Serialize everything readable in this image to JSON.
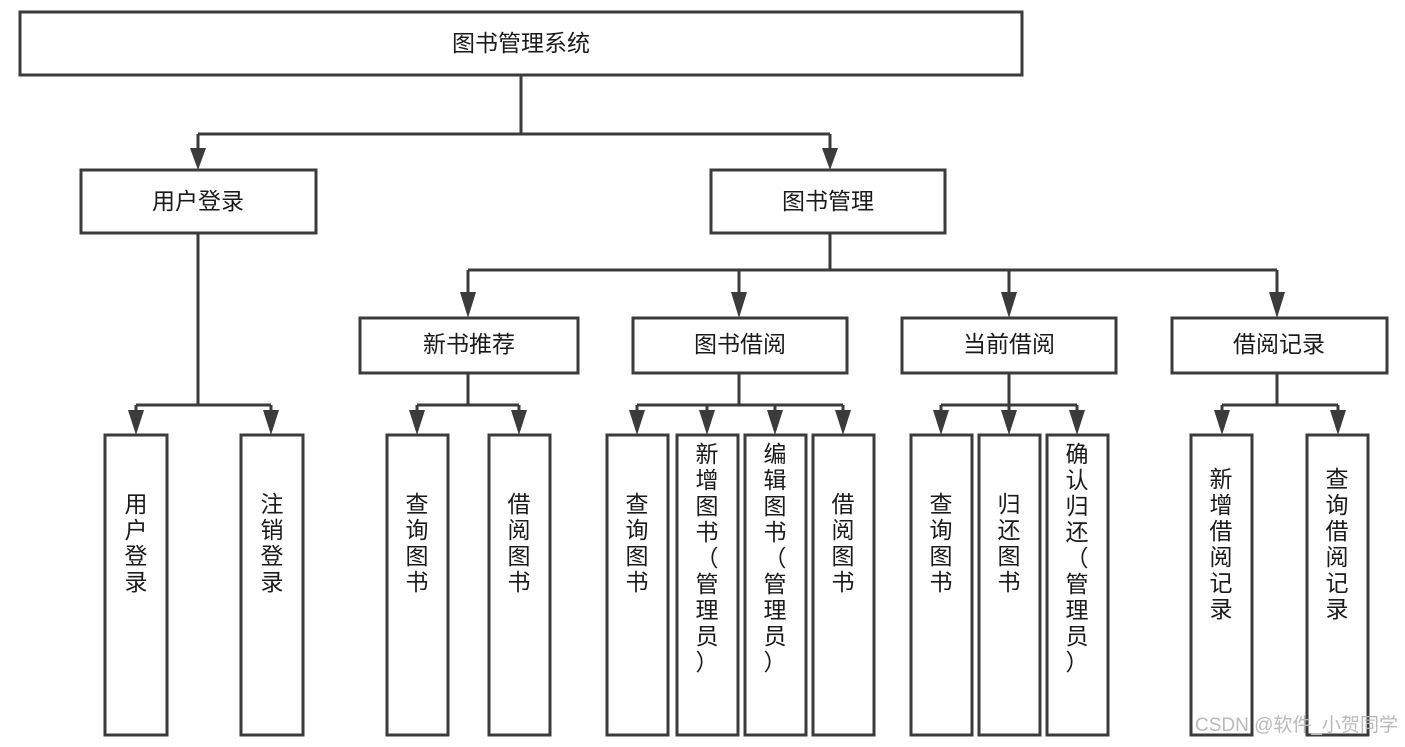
{
  "diagram": {
    "title": "图书管理系统",
    "type": "hierarchy-tree",
    "orientation": "top-down",
    "levels": 4,
    "colors": {
      "box_stroke": "#3b3b3b",
      "box_fill": "#ffffff",
      "connector": "#3b3b3b",
      "text": "#1a1a1a",
      "watermark": "#b9b9b9",
      "background": "#ffffff"
    }
  },
  "root": {
    "id": "root",
    "label": "图书管理系统"
  },
  "level2": [
    {
      "id": "user-login",
      "label": "用户登录"
    },
    {
      "id": "book-management",
      "label": "图书管理"
    }
  ],
  "level3": [
    {
      "id": "new-book-recommend",
      "label": "新书推荐",
      "parent": "book-management"
    },
    {
      "id": "book-borrow",
      "label": "图书借阅",
      "parent": "book-management"
    },
    {
      "id": "current-borrow",
      "label": "当前借阅",
      "parent": "book-management"
    },
    {
      "id": "borrow-record",
      "label": "借阅记录",
      "parent": "book-management"
    }
  ],
  "leaves": [
    {
      "id": "leaf-user-login",
      "label": "用户登录",
      "parent": "user-login"
    },
    {
      "id": "leaf-logout",
      "label": "注销登录",
      "parent": "user-login"
    },
    {
      "id": "leaf-query-book-1",
      "label": "查询图书",
      "parent": "new-book-recommend"
    },
    {
      "id": "leaf-borrow-book-1",
      "label": "借阅图书",
      "parent": "new-book-recommend"
    },
    {
      "id": "leaf-query-book-2",
      "label": "查询图书",
      "parent": "book-borrow"
    },
    {
      "id": "leaf-add-book",
      "label": "新增图书（管理员）",
      "parent": "book-borrow"
    },
    {
      "id": "leaf-edit-book",
      "label": "编辑图书（管理员）",
      "parent": "book-borrow"
    },
    {
      "id": "leaf-borrow-book-2",
      "label": "借阅图书",
      "parent": "book-borrow"
    },
    {
      "id": "leaf-query-book-3",
      "label": "查询图书",
      "parent": "current-borrow"
    },
    {
      "id": "leaf-return-book",
      "label": "归还图书",
      "parent": "current-borrow"
    },
    {
      "id": "leaf-confirm-return",
      "label": "确认归还（管理员）",
      "parent": "current-borrow"
    },
    {
      "id": "leaf-add-record",
      "label": "新增借阅记录",
      "parent": "borrow-record"
    },
    {
      "id": "leaf-query-record",
      "label": "查询借阅记录",
      "parent": "borrow-record"
    }
  ],
  "watermark": {
    "text": "CSDN @软件_小贺同学"
  }
}
